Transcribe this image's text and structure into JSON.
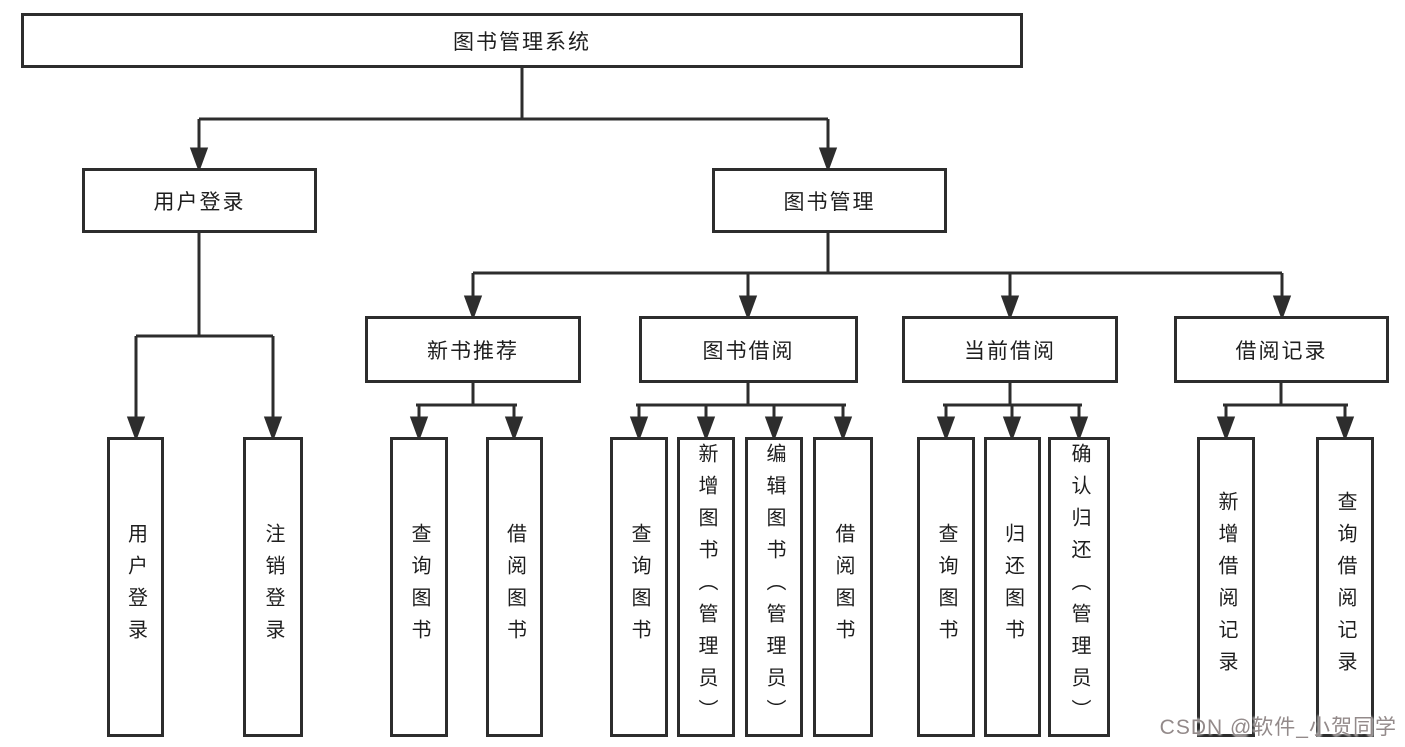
{
  "diagram": {
    "background": "#ffffff",
    "line_color": "#2d2d2d",
    "text_color": "#1e1e1e",
    "nodes": [
      {
        "id": "root",
        "label": "图书管理系统"
      },
      {
        "id": "user-login",
        "label": "用户登录"
      },
      {
        "id": "book-management",
        "label": "图书管理"
      },
      {
        "id": "new-book-recommendation",
        "label": "新书推荐"
      },
      {
        "id": "book-borrowing",
        "label": "图书借阅"
      },
      {
        "id": "current-borrowing",
        "label": "当前借阅"
      },
      {
        "id": "borrowing-records",
        "label": "借阅记录"
      },
      {
        "id": "leaf-user-login",
        "label": "用户登录"
      },
      {
        "id": "leaf-logout",
        "label": "注销登录"
      },
      {
        "id": "leaf-query-books-recommend",
        "label": "查询图书"
      },
      {
        "id": "leaf-borrow-books-recommend",
        "label": "借阅图书"
      },
      {
        "id": "leaf-query-books-borrow",
        "label": "查询图书"
      },
      {
        "id": "leaf-add-books-admin",
        "label": "新增图书（管理员）"
      },
      {
        "id": "leaf-edit-books-admin",
        "label": "编辑图书（管理员）"
      },
      {
        "id": "leaf-borrow-books",
        "label": "借阅图书"
      },
      {
        "id": "leaf-query-books-current",
        "label": "查询图书"
      },
      {
        "id": "leaf-return-books",
        "label": "归还图书"
      },
      {
        "id": "leaf-confirm-return-admin",
        "label": "确认归还（管理员）"
      },
      {
        "id": "leaf-add-borrow-record",
        "label": "新增借阅记录"
      },
      {
        "id": "leaf-query-borrow-record",
        "label": "查询借阅记录"
      }
    ],
    "edges": [
      {
        "from": "root",
        "to": [
          "user-login",
          "book-management"
        ]
      },
      {
        "from": "user-login",
        "to": [
          "leaf-user-login",
          "leaf-logout"
        ]
      },
      {
        "from": "book-management",
        "to": [
          "new-book-recommendation",
          "book-borrowing",
          "current-borrowing",
          "borrowing-records"
        ]
      },
      {
        "from": "new-book-recommendation",
        "to": [
          "leaf-query-books-recommend",
          "leaf-borrow-books-recommend"
        ]
      },
      {
        "from": "book-borrowing",
        "to": [
          "leaf-query-books-borrow",
          "leaf-add-books-admin",
          "leaf-edit-books-admin",
          "leaf-borrow-books"
        ]
      },
      {
        "from": "current-borrowing",
        "to": [
          "leaf-query-books-current",
          "leaf-return-books",
          "leaf-confirm-return-admin"
        ]
      },
      {
        "from": "borrowing-records",
        "to": [
          "leaf-add-borrow-record",
          "leaf-query-borrow-record"
        ]
      }
    ],
    "watermark": {
      "text": "CSDN @软件_小贺同学",
      "color": "#938a8a"
    }
  }
}
